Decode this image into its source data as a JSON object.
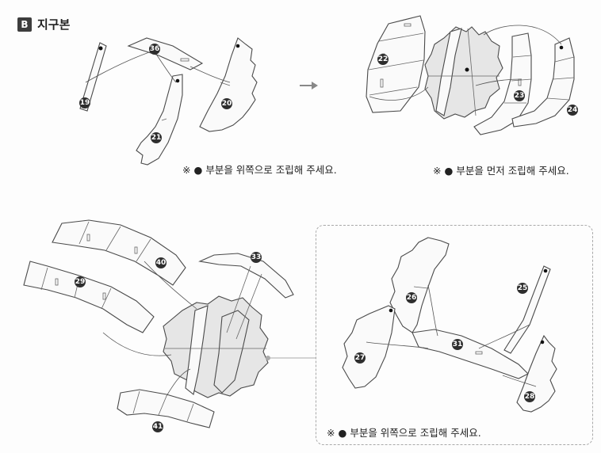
{
  "header": {
    "badge": "B",
    "title": "지구본"
  },
  "notes": {
    "note1": "※ ● 부분을 위쪽으로 조립해 주세요.",
    "note2": "※ ● 부분을 먼저 조립해 주세요.",
    "note3": "※ ● 부분을 위쪽으로 조립해 주세요."
  },
  "parts": {
    "p19": "19",
    "p36": "36",
    "p21": "21",
    "p20": "20",
    "p22": "22",
    "p23": "23",
    "p24": "24",
    "p40": "40",
    "p29": "29",
    "p33": "33",
    "p41": "41",
    "p26": "26",
    "p25": "25",
    "p27": "27",
    "p31": "31",
    "p28": "28"
  },
  "icons": {
    "arrow": "right-arrow-icon"
  }
}
